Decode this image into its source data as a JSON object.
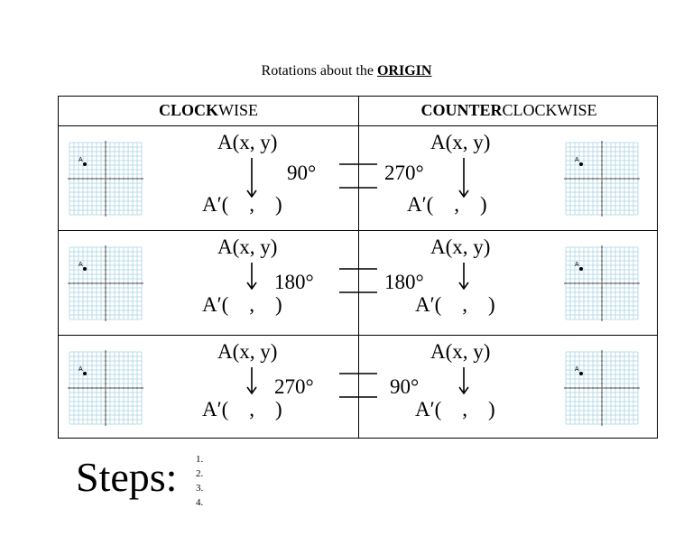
{
  "title": {
    "prefix": "Rotations about the ",
    "emphasis": "ORIGIN"
  },
  "headers": {
    "clockwise": {
      "bold": "CLOCK",
      "rest": "WISE"
    },
    "counterclockwise": {
      "bold": "COUNTER",
      "rest": "CLOCKWISE"
    }
  },
  "rows": [
    {
      "cw_angle": "90°",
      "ccw_angle": "270°"
    },
    {
      "cw_angle": "180°",
      "ccw_angle": "180°"
    },
    {
      "cw_angle": "270°",
      "ccw_angle": "90°"
    }
  ],
  "point_label": "A(x, y)",
  "image_label": "A′(    ,    )",
  "graph_point_letter": "A",
  "steps": {
    "label": "Steps:",
    "items": [
      "",
      "",
      "",
      ""
    ]
  }
}
